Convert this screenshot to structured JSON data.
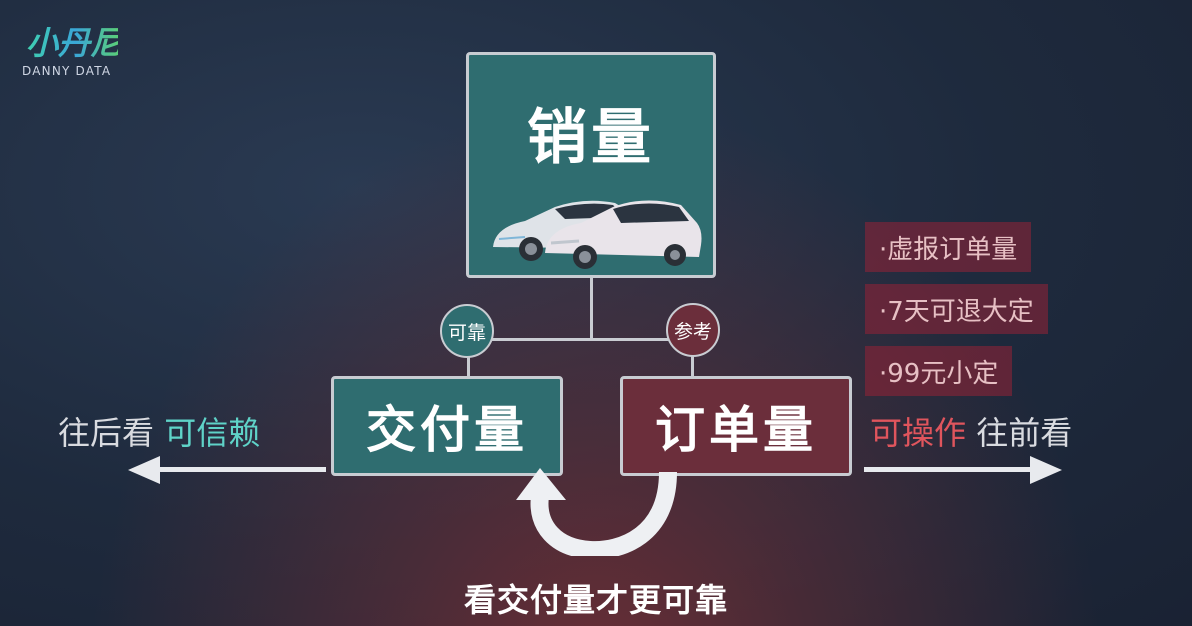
{
  "logo": {
    "mark_text": "小丹尼",
    "brand_text": "DANNY DATA"
  },
  "diagram": {
    "top_box": {
      "label": "销量"
    },
    "left_badge": {
      "label": "可靠"
    },
    "right_badge": {
      "label": "参考"
    },
    "left_box": {
      "label": "交付量"
    },
    "right_box": {
      "label": "订单量"
    },
    "left_side": {
      "prefix": "往后看",
      "highlight": "可信赖"
    },
    "right_side": {
      "highlight": "可操作",
      "suffix": "往前看"
    },
    "tags": [
      "·虚报订单量",
      "·7天可退大定",
      "·99元小定"
    ],
    "caption": "看交付量才更可靠"
  },
  "colors": {
    "teal": "#2f6d70",
    "maroon": "#6b2e3b",
    "teal_text": "#5fd3c8",
    "red_text": "#e0555d",
    "border": "#c8ccd2"
  }
}
